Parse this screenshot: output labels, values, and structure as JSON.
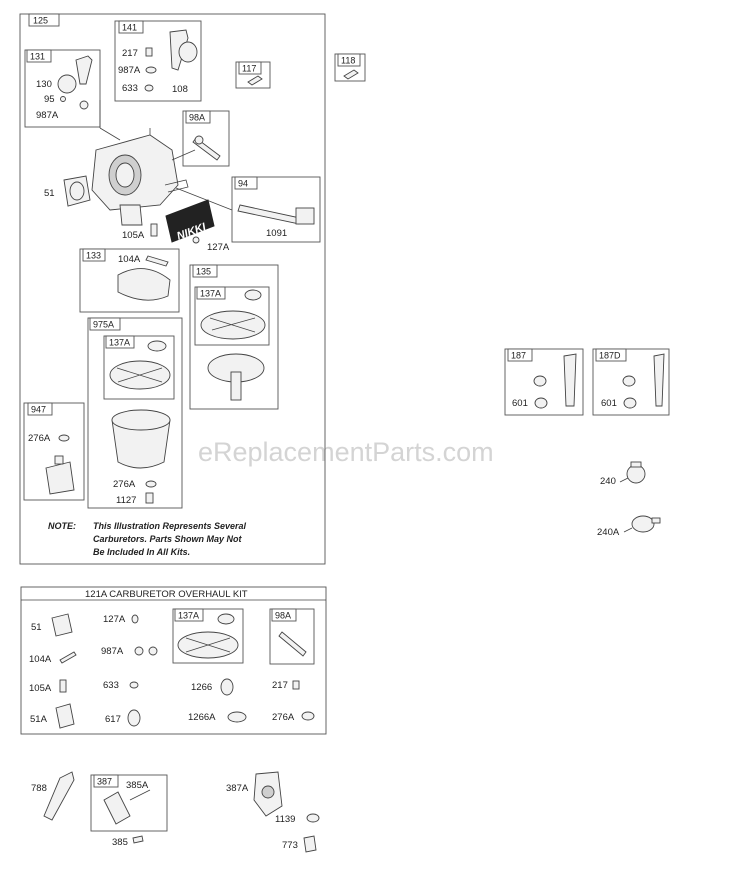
{
  "watermark": "eReplacementParts.com",
  "note": {
    "label": "NOTE:",
    "line1": "This Illustration Represents Several",
    "line2": "Carburetors. Parts Shown May Not",
    "line3": "Be Included In All Kits."
  },
  "decal_text": "NIKKI",
  "kit": {
    "title": "121A CARBURETOR OVERHAUL KIT"
  },
  "box_tags": {
    "main": "125",
    "b141": "141",
    "b131": "131",
    "b117": "117",
    "b118": "118",
    "b98a": "98A",
    "b94": "94",
    "b133": "133",
    "b135": "135",
    "b137a_135": "137A",
    "b975a": "975A",
    "b137a_975a": "137A",
    "b947": "947",
    "b187": "187",
    "b187d": "187D",
    "kit_137a": "137A",
    "kit_98a": "98A",
    "b387": "387"
  },
  "labels": {
    "l217": "217",
    "l987a_141": "987A",
    "l633_141": "633",
    "l108": "108",
    "l130": "130",
    "l95": "95",
    "l987a_131": "987A",
    "l51": "51",
    "l105a": "105A",
    "l127a": "127A",
    "l1091": "1091",
    "l104a": "104A",
    "l276a_947": "276A",
    "l276a_975a": "276A",
    "l1127": "1127",
    "l601_187": "601",
    "l601_187d": "601",
    "l240": "240",
    "l240a": "240A",
    "k51": "51",
    "k127a": "127A",
    "k104a": "104A",
    "k987a": "987A",
    "k105a": "105A",
    "k633": "633",
    "k1266": "1266",
    "k217": "217",
    "k51a": "51A",
    "k617": "617",
    "k1266a": "1266A",
    "k276a": "276A",
    "l788": "788",
    "l385a": "385A",
    "l385": "385",
    "l387a": "387A",
    "l1139": "1139",
    "l773": "773"
  }
}
